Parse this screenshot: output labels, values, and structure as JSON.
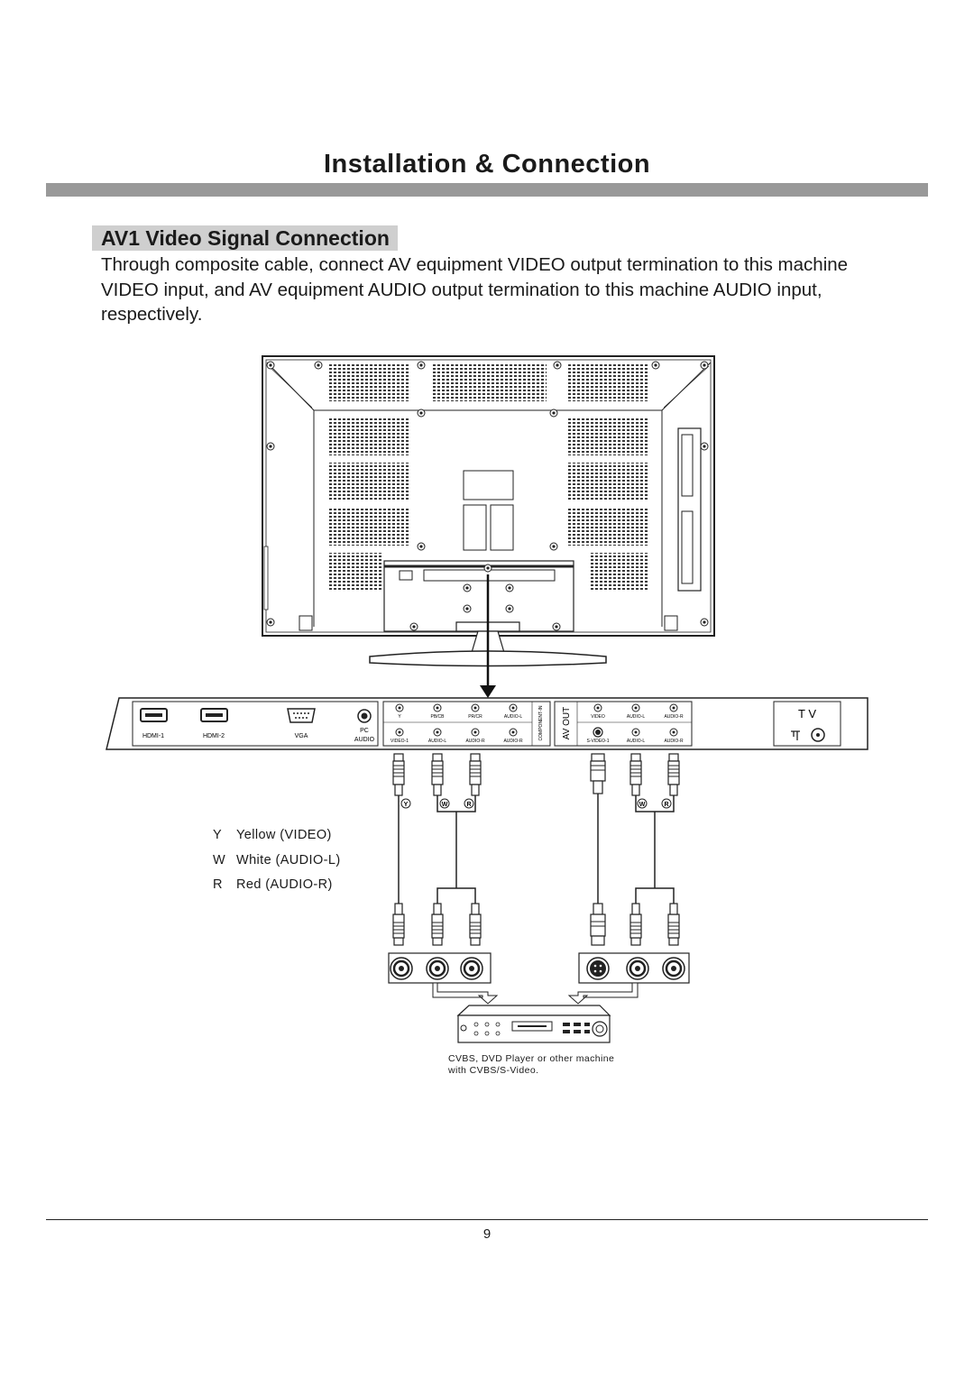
{
  "title": "Installation & Connection",
  "section_title": "AV1 Video Signal Connection",
  "intro": "Through composite cable, connect AV equipment VIDEO output termination to this machine VIDEO input, and AV equipment AUDIO output termination to this machine AUDIO input, respectively.",
  "panel": {
    "hdmi1": "HDMI-1",
    "hdmi2": "HDMI-2",
    "vga": "VGA",
    "pc": "PC",
    "audio": "AUDIO",
    "component_top": [
      "Y",
      "PB/CB",
      "PR/CR",
      "AUDIO-L"
    ],
    "component_bottom": [
      "VIDEO-1",
      "AUDIO-L",
      "AUDIO-R",
      "AUDIO-R"
    ],
    "component_in": "COMPONENT-IN",
    "av_out": "AV OUT",
    "av_out_top": [
      "VIDEO",
      "AUDIO-L",
      "AUDIO-R"
    ],
    "av_out_bottom": [
      "S-VIDEO-1",
      "AUDIO-L",
      "AUDIO-R"
    ],
    "tv": "T  V"
  },
  "plug_markers": [
    "Y",
    "W",
    "R",
    "W",
    "R"
  ],
  "legend": [
    {
      "code": "Y",
      "text": "Yellow (VIDEO)"
    },
    {
      "code": "W",
      "text": "White (AUDIO-L)"
    },
    {
      "code": "R",
      "text": "Red (AUDIO-R)"
    }
  ],
  "caption_line1": "CVBS, DVD Player or other machine",
  "caption_line2": "with CVBS/S-Video.",
  "page_number": "9"
}
